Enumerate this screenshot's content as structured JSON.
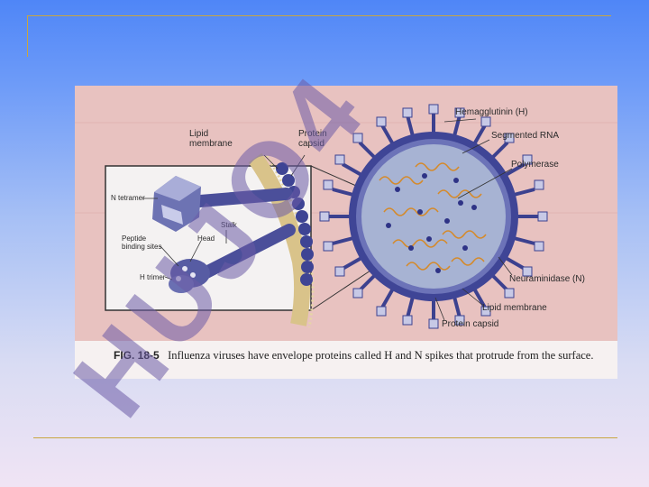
{
  "colors": {
    "accent_rule": "#c9a640",
    "watermark": "#6b5ba6",
    "figure_bg": "#e8c2c0",
    "virus_core": "#8fa0c6",
    "envelope": "#4a4f9c",
    "rna": "#d58a2a"
  },
  "watermark": "HUJO4",
  "figure": {
    "labels": {
      "lipid_membrane_top": "Lipid membrane",
      "protein_capsid_top": "Protein capsid",
      "hemagglutinin": "Hemagglutinin (H)",
      "segmented_rna": "Segmented RNA",
      "polymerase": "Polymerase",
      "neuraminidase": "Neuraminidase (N)",
      "lipid_membrane_bottom": "Lipid membrane",
      "protein_capsid_bottom": "Protein capsid",
      "n_tetramer": "N tetramer",
      "stalk": "Stalk",
      "peptide_binding_sites": "Peptide binding sites",
      "head": "Head",
      "h_trimer": "H trimer"
    },
    "caption_label": "FIG. 18-5",
    "caption_text": "Influenza viruses have envelope proteins called H and N spikes that protrude from the surface."
  }
}
